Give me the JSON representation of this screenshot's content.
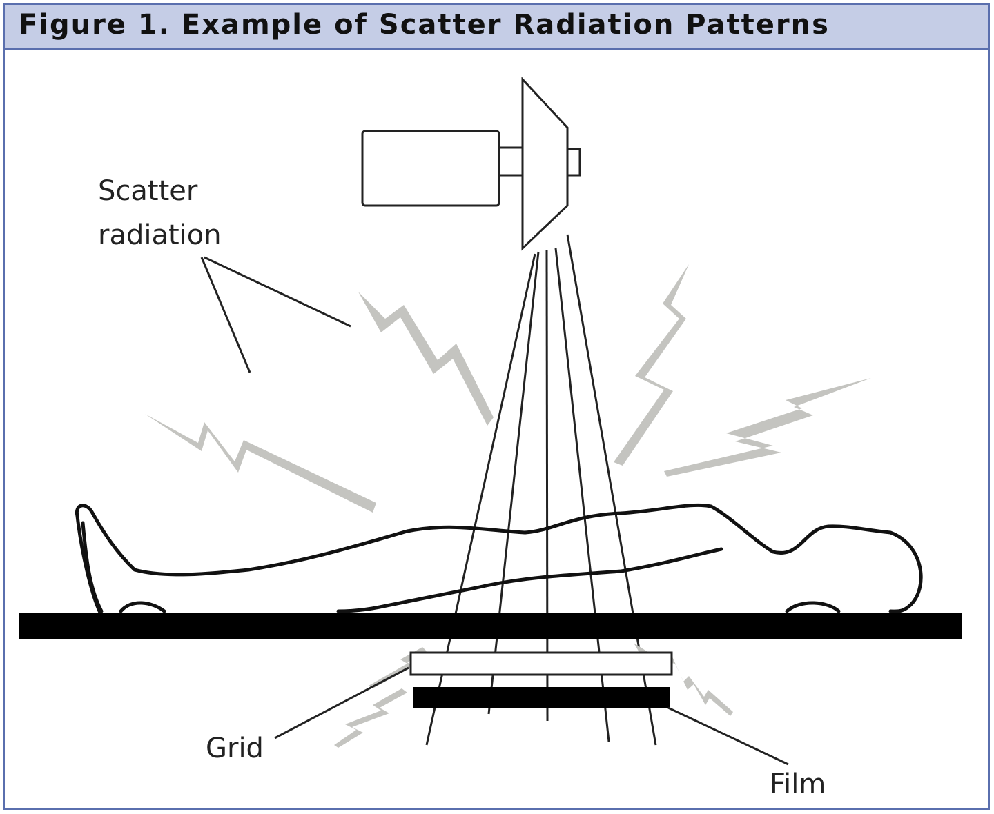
{
  "figure": {
    "title": "Figure 1. Example of Scatter Radiation Patterns"
  },
  "labels": {
    "scatter_line1": "Scatter",
    "scatter_line2": "radiation",
    "grid": "Grid",
    "film": "Film"
  },
  "colors": {
    "frame_border": "#5a6fae",
    "title_bar_bg": "#c5cde6",
    "scatter_bolt": "#c4c4c0",
    "outline": "#111111"
  }
}
